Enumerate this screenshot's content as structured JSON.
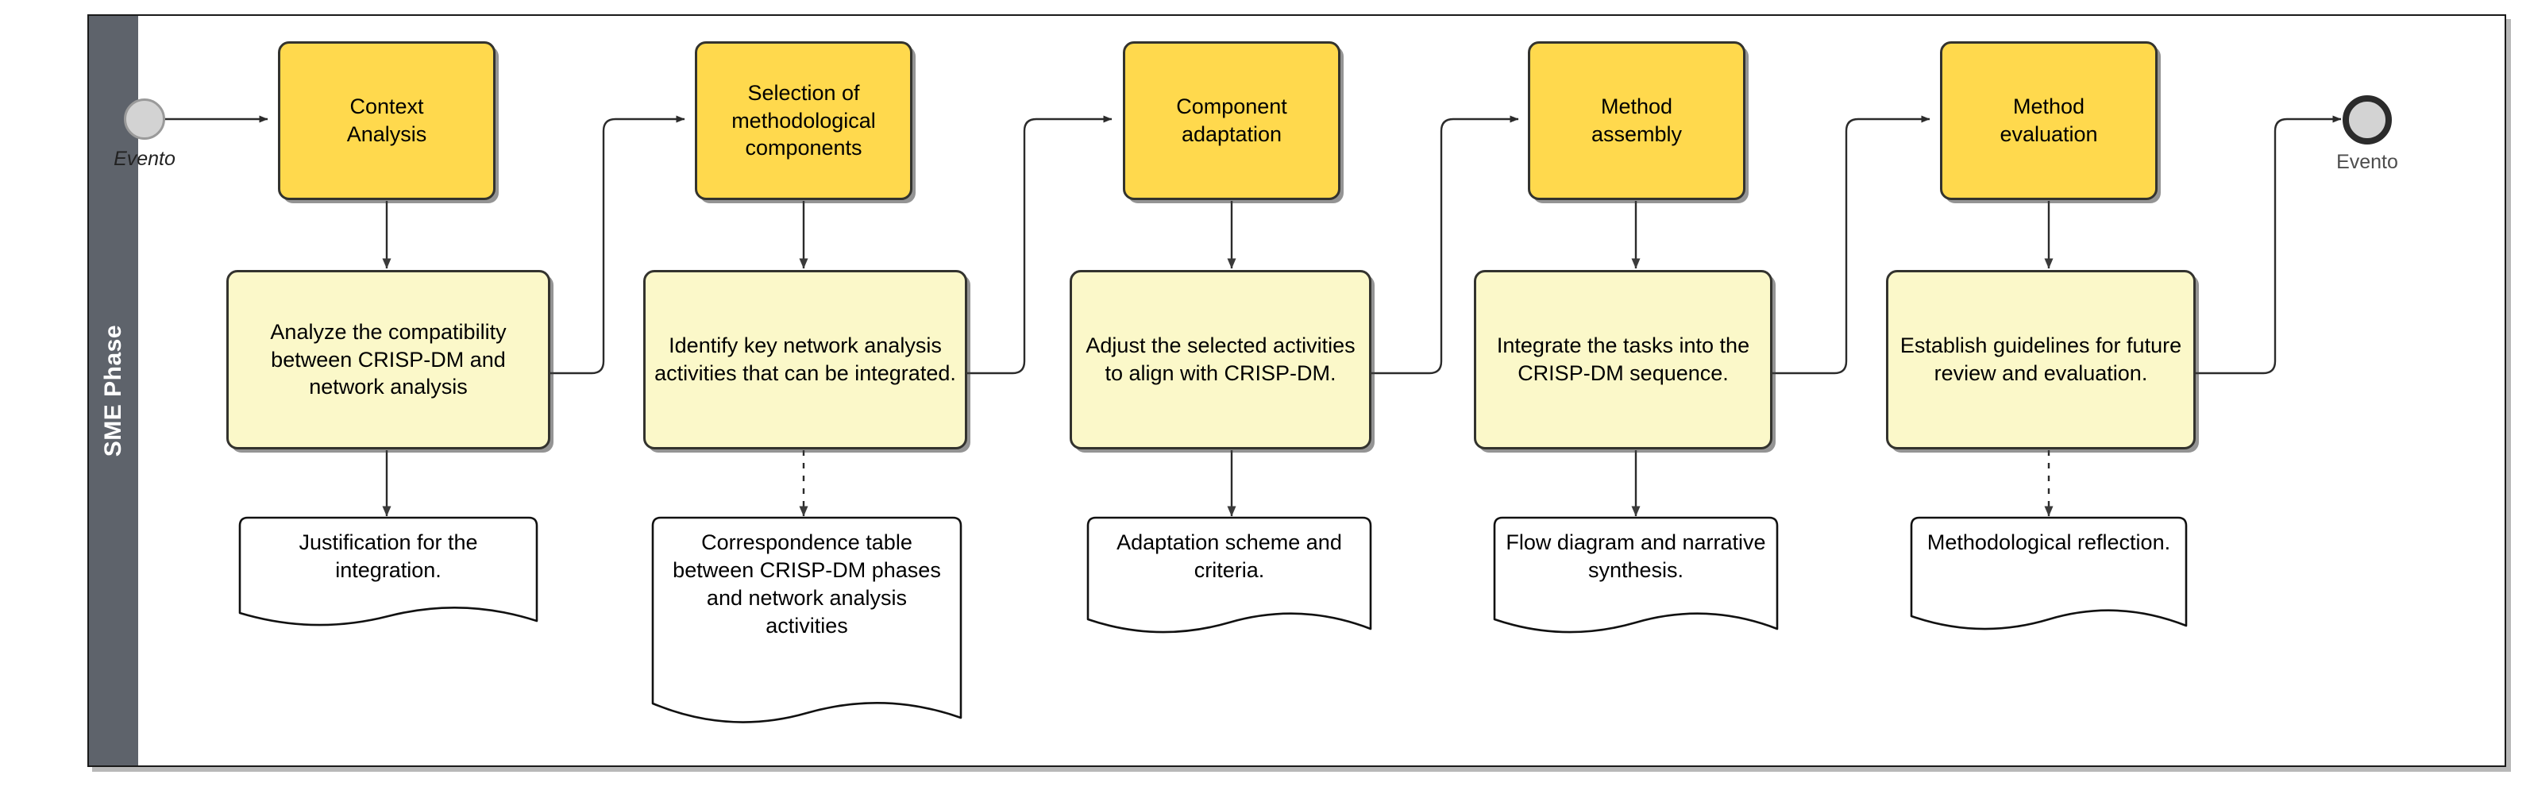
{
  "lane": {
    "title": "SME Phase"
  },
  "events": {
    "start": {
      "label": "Evento",
      "icon": "start-event-circle"
    },
    "end": {
      "label": "Evento",
      "icon": "end-event-circle"
    }
  },
  "columns": [
    {
      "id": "context-analysis",
      "task": "Context\nAnalysis",
      "activity": "Analyze the compatibility between CRISP-DM and network analysis",
      "document": "Justification for the integration."
    },
    {
      "id": "selection-of-methodological-components",
      "task": "Selection of\nmethodological\ncomponents",
      "activity": "Identify key network analysis activities that can be integrated.",
      "document": "Correspondence table between CRISP-DM phases and network analysis activities"
    },
    {
      "id": "component-adaptation",
      "task": "Component\nadaptation",
      "activity": "Adjust the selected activities to align with CRISP-DM.",
      "document": "Adaptation scheme and criteria."
    },
    {
      "id": "method-assembly",
      "task": "Method\nassembly",
      "activity": "Integrate the tasks into the CRISP-DM sequence.",
      "document": "Flow diagram and narrative synthesis."
    },
    {
      "id": "method-evaluation",
      "task": "Method\nevaluation",
      "activity": "Establish guidelines for future review and evaluation.",
      "document": "Methodological reflection."
    }
  ],
  "colors": {
    "task_gold": "#ffd94d",
    "task_pale": "#fbf8c9",
    "lane_header": "#5e636b",
    "border": "#33332e",
    "event_fill": "#d3d3d3"
  }
}
